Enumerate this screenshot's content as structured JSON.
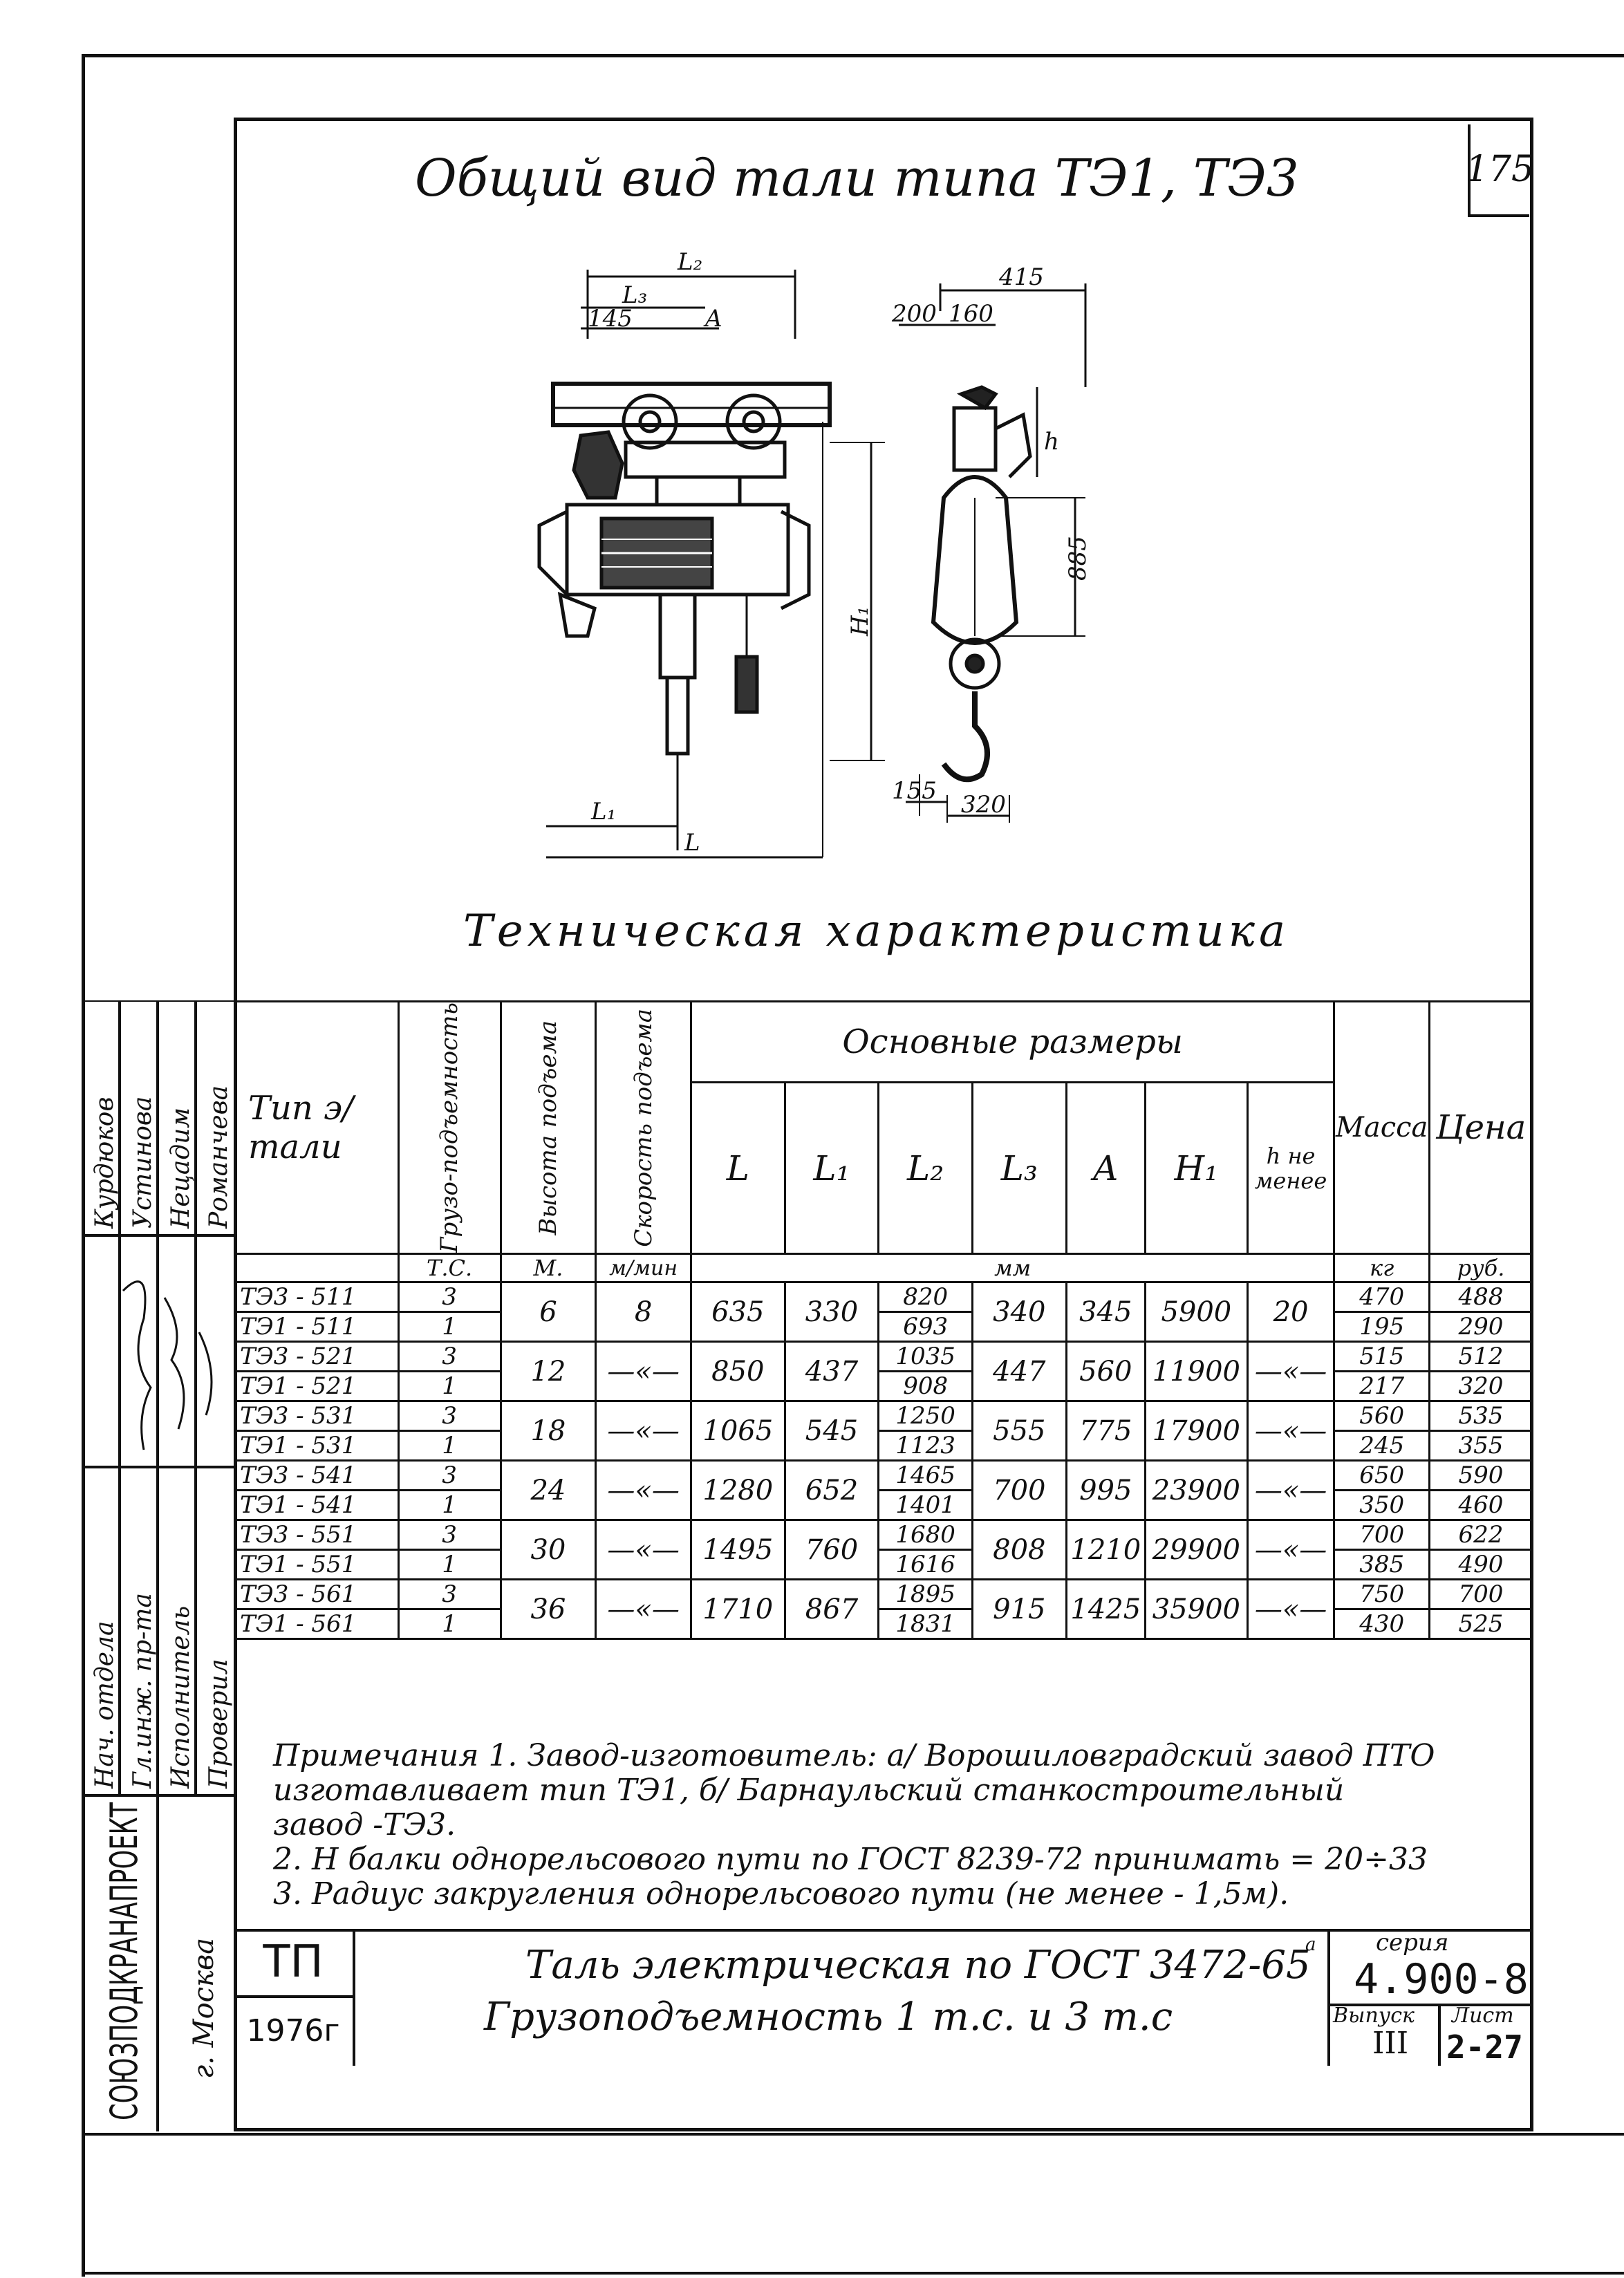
{
  "page_number": "175",
  "title": "Общий вид тали типа ТЭ1, ТЭ3",
  "subtitle": "Техническая характеристика",
  "drawing": {
    "labels": {
      "L2": "L₂",
      "L3": "L₃",
      "d145": "145",
      "A": "A",
      "d200": "200",
      "d160": "160",
      "d415": "415",
      "h": "h",
      "d885": "885",
      "H1": "H₁",
      "L1": "L₁",
      "L": "L",
      "d155": "155",
      "d320": "320"
    }
  },
  "sidebar": {
    "org": "СОЮЗПОДКРАНАПРОЕКТ",
    "city": "г. Москва",
    "roles": [
      "Нач. отдела",
      "Гл.инж. пр-та",
      "Исполнитель",
      "Проверил"
    ],
    "names": [
      "Курдюков",
      "Устинова",
      "Нецадим",
      "Романчева"
    ]
  },
  "table": {
    "headers": {
      "type": "Тип э/тали",
      "capacity": "Грузо-подъемность",
      "height": "Высота подъема",
      "speed": "Скорость подъема",
      "main_dims": "Основные размеры",
      "L": "L",
      "L1": "L₁",
      "L2": "L₂",
      "L3": "L₃",
      "A": "A",
      "H1": "H₁",
      "h": "h не менее",
      "mass": "Масса",
      "price": "Цена"
    },
    "units": {
      "capacity": "Т.С.",
      "height": "М.",
      "speed": "м/мин",
      "dims": "мм",
      "mass": "кг",
      "price": "руб."
    },
    "groups": [
      {
        "height": "6",
        "speed": "8",
        "L": "635",
        "L1": "330",
        "L3": "340",
        "A": "345",
        "H1": "5900",
        "h": "20",
        "rows": [
          {
            "type": "ТЭ3 - 511",
            "capacity": "3",
            "L2": "820",
            "mass": "470",
            "price": "488"
          },
          {
            "type": "ТЭ1 - 511",
            "capacity": "1",
            "L2": "693",
            "mass": "195",
            "price": "290"
          }
        ]
      },
      {
        "height": "12",
        "speed": "—«—",
        "L": "850",
        "L1": "437",
        "L3": "447",
        "A": "560",
        "H1": "11900",
        "h": "—«—",
        "rows": [
          {
            "type": "ТЭ3 - 521",
            "capacity": "3",
            "L2": "1035",
            "mass": "515",
            "price": "512"
          },
          {
            "type": "ТЭ1 - 521",
            "capacity": "1",
            "L2": "908",
            "mass": "217",
            "price": "320"
          }
        ]
      },
      {
        "height": "18",
        "speed": "—«—",
        "L": "1065",
        "L1": "545",
        "L3": "555",
        "A": "775",
        "H1": "17900",
        "h": "—«—",
        "rows": [
          {
            "type": "ТЭ3 - 531",
            "capacity": "3",
            "L2": "1250",
            "mass": "560",
            "price": "535"
          },
          {
            "type": "ТЭ1 - 531",
            "capacity": "1",
            "L2": "1123",
            "mass": "245",
            "price": "355"
          }
        ]
      },
      {
        "height": "24",
        "speed": "—«—",
        "L": "1280",
        "L1": "652",
        "L3": "700",
        "A": "995",
        "H1": "23900",
        "h": "—«—",
        "rows": [
          {
            "type": "ТЭ3 - 541",
            "capacity": "3",
            "L2": "1465",
            "mass": "650",
            "price": "590"
          },
          {
            "type": "ТЭ1 - 541",
            "capacity": "1",
            "L2": "1401",
            "mass": "350",
            "price": "460"
          }
        ]
      },
      {
        "height": "30",
        "speed": "—«—",
        "L": "1495",
        "L1": "760",
        "L3": "808",
        "A": "1210",
        "H1": "29900",
        "h": "—«—",
        "rows": [
          {
            "type": "ТЭ3 - 551",
            "capacity": "3",
            "L2": "1680",
            "mass": "700",
            "price": "622"
          },
          {
            "type": "ТЭ1 - 551",
            "capacity": "1",
            "L2": "1616",
            "mass": "385",
            "price": "490"
          }
        ]
      },
      {
        "height": "36",
        "speed": "—«—",
        "L": "1710",
        "L1": "867",
        "L3": "915",
        "A": "1425",
        "H1": "35900",
        "h": "—«—",
        "rows": [
          {
            "type": "ТЭ3 - 561",
            "capacity": "3",
            "L2": "1895",
            "mass": "750",
            "price": "700"
          },
          {
            "type": "ТЭ1 - 561",
            "capacity": "1",
            "L2": "1831",
            "mass": "430",
            "price": "525"
          }
        ]
      }
    ]
  },
  "notes": [
    "Примечания 1. Завод-изготовитель: а/ Ворошиловградский завод ПТО",
    "изготавливает тип ТЭ1, б/ Барнаульский станкостроительный",
    "завод -ТЭ3.",
    "2. Н балки однорельсового пути по ГОСТ 8239-72 принимать = 20÷33",
    "3. Радиус закругления однорельсового пути (не менее - 1,5м)."
  ],
  "stamp": {
    "tp": "ТП",
    "year": "1976г",
    "title_line1": "Таль электрическая по ГОСТ 3472-65",
    "title_line2": "Грузоподъемность 1 т.с. и 3 т.с",
    "series_label": "серия",
    "series_value": "4.900-8",
    "issue_label": "Выпуск",
    "issue_value": "III",
    "sheet_label": "Лист",
    "sheet_value": "2-27",
    "mark": "а"
  }
}
